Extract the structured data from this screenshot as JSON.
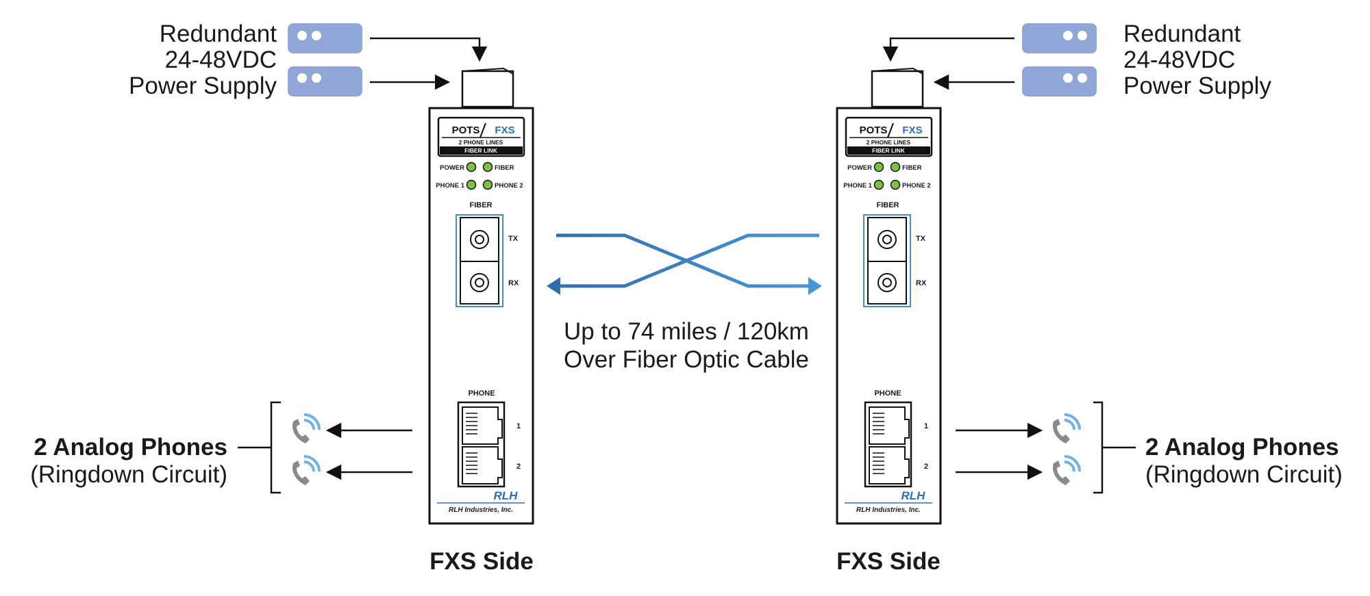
{
  "left": {
    "power_label": [
      "Redundant",
      "24-48VDC",
      "Power Supply"
    ],
    "phones_title": "2 Analog Phones",
    "phones_sub": "(Ringdown Circuit)",
    "side_label": "FXS Side"
  },
  "right": {
    "power_label": [
      "Redundant",
      "24-48VDC",
      "Power Supply"
    ],
    "phones_title": "2 Analog Phones",
    "phones_sub": "(Ringdown Circuit)",
    "side_label": "FXS Side"
  },
  "device": {
    "logo_pots": "POTS",
    "logo_fxs": "FXS",
    "logo_lines": "2 PHONE LINES",
    "logo_link": "FIBER LINK",
    "led_power": "POWER",
    "led_fiber": "FIBER",
    "led_phone1": "PHONE 1",
    "led_phone2": "PHONE 2",
    "fiber_heading": "FIBER",
    "tx": "TX",
    "rx": "RX",
    "phone_heading": "PHONE",
    "port1": "1",
    "port2": "2",
    "brand_mark": "RLH",
    "brand_name": "RLH Industries, Inc."
  },
  "link": {
    "line1": "Up to 74 miles / 120km",
    "line2": "Over Fiber Optic Cable"
  },
  "colors": {
    "psu_fill": "#8fa6d6",
    "fiber_blue": "#3a7fc0",
    "led_green": "#7cc242",
    "fxs_blue": "#2f6db5"
  },
  "icons": {
    "power_supply": "power-supply-icon",
    "phone": "phone-icon"
  }
}
